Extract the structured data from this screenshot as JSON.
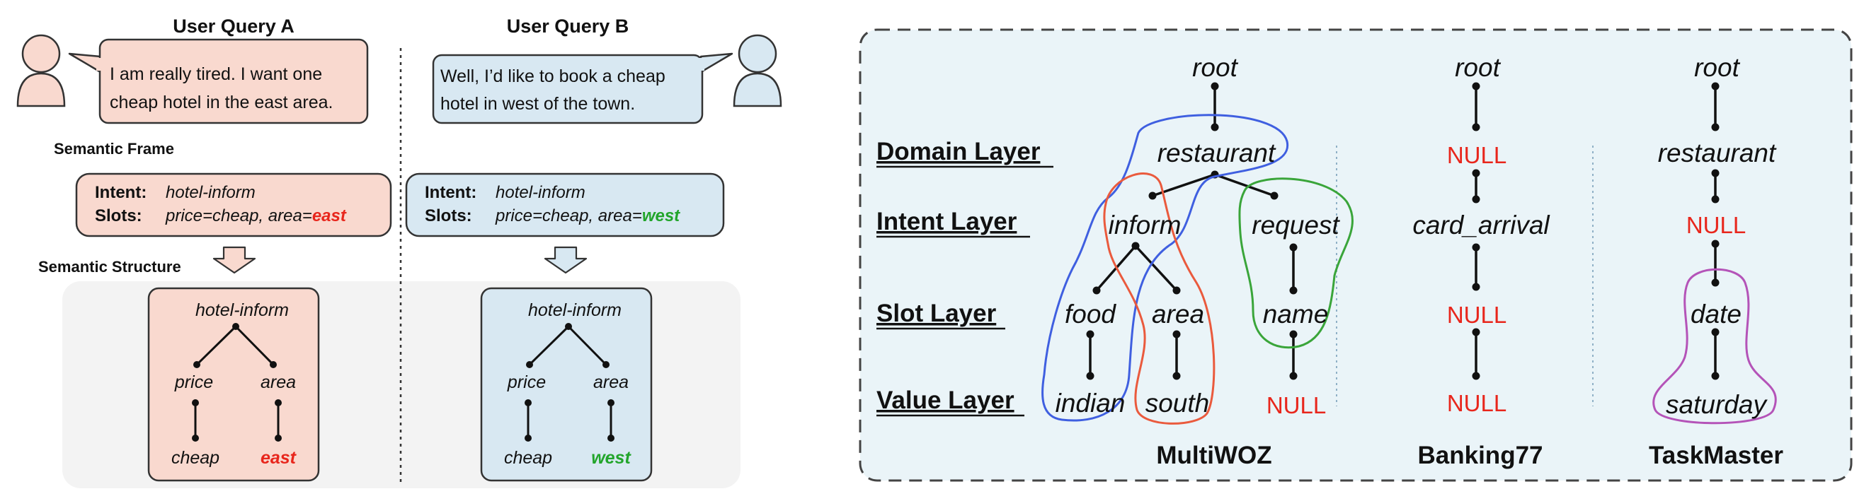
{
  "left": {
    "query_a": {
      "title": "User Query A",
      "utterance_line1": "I am really tired. I want one",
      "utterance_line2": "cheap hotel in the east area.",
      "intent_label": "Intent:",
      "intent_value": "hotel-inform",
      "slots_label": "Slots:",
      "slots_prefix": "price=cheap, area=",
      "slots_highlight": "east",
      "tree": {
        "root": "hotel-inform",
        "slot_1": "price",
        "slot_2": "area",
        "value_1": "cheap",
        "value_2": "east"
      }
    },
    "query_b": {
      "title": "User Query B",
      "utterance_line1": "Well, I’d like to book a cheap",
      "utterance_line2": "hotel in west of the town.",
      "intent_label": "Intent:",
      "intent_value": "hotel-inform",
      "slots_label": "Slots:",
      "slots_prefix": "price=cheap, area=",
      "slots_highlight": "west",
      "tree": {
        "root": "hotel-inform",
        "slot_1": "price",
        "slot_2": "area",
        "value_1": "cheap",
        "value_2": "west"
      }
    },
    "semantic_frame_label": "Semantic Frame",
    "semantic_structure_label": "Semantic Structure"
  },
  "right": {
    "layers": {
      "domain": "Domain Layer",
      "intent": "Intent Layer",
      "slot": "Slot Layer",
      "value": "Value Layer"
    },
    "multiwoz": {
      "name": "MultiWOZ",
      "root": "root",
      "domain": "restaurant",
      "intent_1": "inform",
      "intent_2": "request",
      "slot_1": "food",
      "slot_2": "area",
      "slot_3": "name",
      "value_1": "indian",
      "value_2": "south",
      "value_3": "NULL"
    },
    "banking77": {
      "name": "Banking77",
      "root": "root",
      "domain": "NULL",
      "intent": "card_arrival",
      "slot": "NULL",
      "value": "NULL"
    },
    "taskmaster": {
      "name": "TaskMaster",
      "root": "root",
      "domain": "restaurant",
      "intent": "NULL",
      "slot": "date",
      "value": "saturday"
    }
  },
  "colors": {
    "pink_fill": "#f9d9cf",
    "blue_fill": "#d8e8f2",
    "panel_fill": "#eaf4f8",
    "red": "#e8261c",
    "green": "#22a52b",
    "outline_blue": "#3f5fe0",
    "outline_red": "#ea5a3d",
    "outline_green": "#3aa53a",
    "outline_purple": "#b453b8"
  }
}
